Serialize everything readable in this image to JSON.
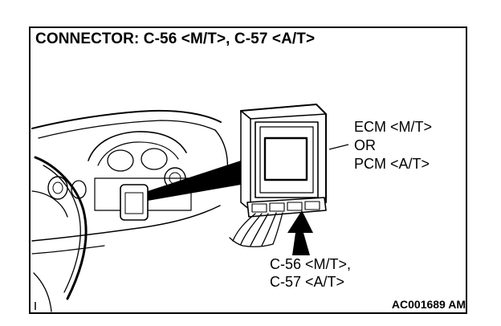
{
  "title": "CONNECTOR: C-56 <M/T>, C-57 <A/T>",
  "unit_label": {
    "line1": "ECM <M/T>",
    "line2": "OR",
    "line3": "PCM <A/T>"
  },
  "connector_label": {
    "line1": "C-56 <M/T>,",
    "line2": "C-57 <A/T>"
  },
  "figure_code": "AC001689 AM",
  "colors": {
    "ink": "#000000",
    "paper": "#ffffff"
  }
}
